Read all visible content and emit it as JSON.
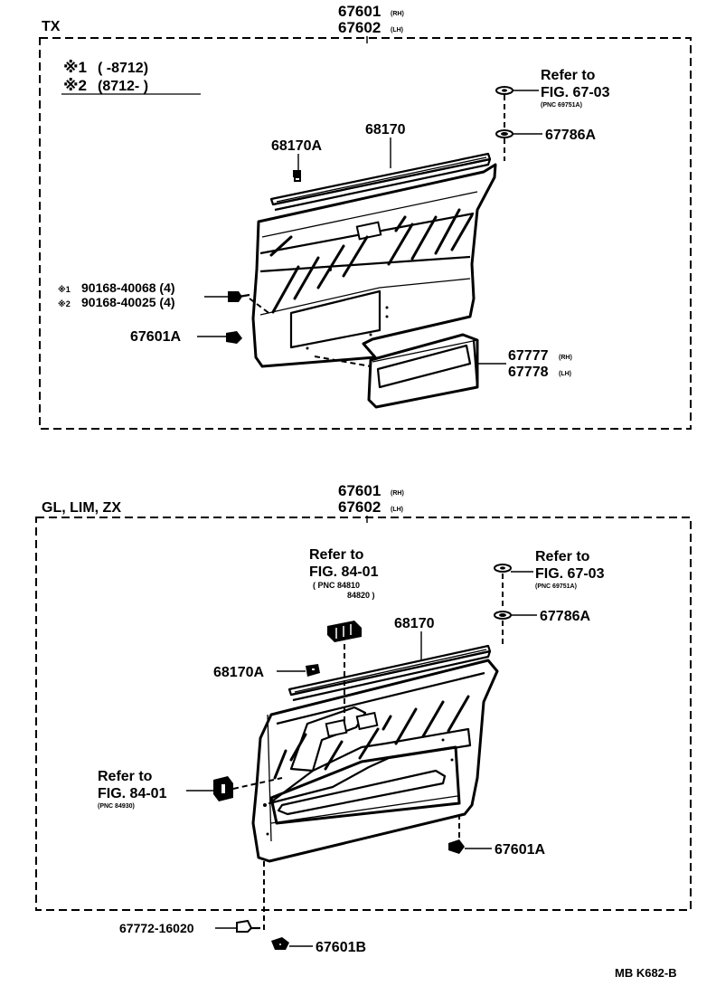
{
  "top": {
    "section": "TX",
    "assy_rh": "67601",
    "assy_rh_sfx": "(RH)",
    "assy_lh": "67602",
    "assy_lh_sfx": "(LH)",
    "note1_mark": "※1",
    "note1_range": "(        -8712)",
    "note2_mark": "※2",
    "note2_range": "(8712-        )",
    "ref_line1": "Refer to",
    "ref_line2": "FIG. 67-03",
    "ref_line3": "(PNC 69751A)",
    "p67786A": "67786A",
    "p68170": "68170",
    "p68170A": "68170A",
    "screw1_mark": "※1",
    "screw1_text": "90168-40068 (4)",
    "screw2_mark": "※2",
    "screw2_text": "90168-40025 (4)",
    "p67601A": "67601A",
    "pocket_rh": "67777",
    "pocket_rh_sfx": "(RH)",
    "pocket_lh": "67778",
    "pocket_lh_sfx": "(LH)"
  },
  "bottom": {
    "section": "GL, LIM, ZX",
    "assy_rh": "67601",
    "assy_rh_sfx": "(RH)",
    "assy_lh": "67602",
    "assy_lh_sfx": "(LH)",
    "ref_switch_line1": "Refer to",
    "ref_switch_line2": "FIG. 84-01",
    "ref_switch_line3": "( PNC 84810",
    "ref_switch_line4": "84820 )",
    "ref_clip_line1": "Refer to",
    "ref_clip_line2": "FIG. 67-03",
    "ref_clip_line3": "(PNC 69751A)",
    "p67786A": "67786A",
    "p68170": "68170",
    "p68170A": "68170A",
    "ref_lamp_line1": "Refer to",
    "ref_lamp_line2": "FIG. 84-01",
    "ref_lamp_line3": "(PNC 84930)",
    "p67601A": "67601A",
    "p67772": "67772-16020",
    "p67601B": "67601B"
  },
  "figure_code": "MB K682-B",
  "icons": {
    "clip": "clip-icon",
    "screw": "screw-icon",
    "switch": "window-switch-icon",
    "lamp": "courtesy-lamp-icon"
  }
}
